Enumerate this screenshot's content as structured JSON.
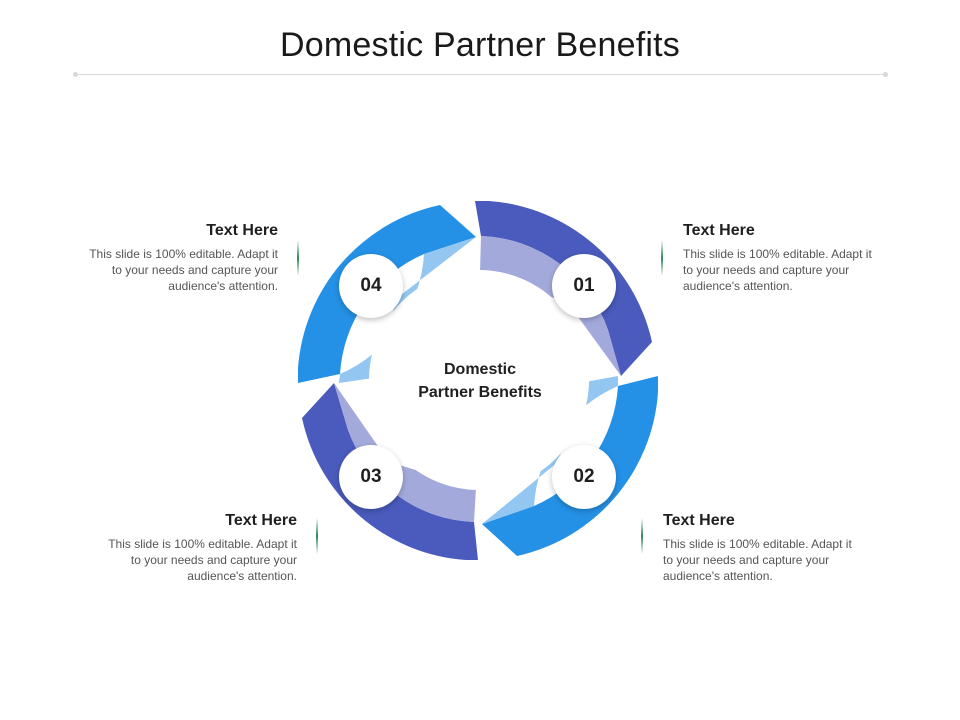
{
  "title": "Domestic Partner Benefits",
  "center_label": {
    "line1": "Domestic",
    "line2": "Partner Benefits"
  },
  "segments": [
    {
      "number": "01",
      "heading": "Text Here",
      "body": "This slide is 100% editable. Adapt it to your needs and capture your audience's attention."
    },
    {
      "number": "02",
      "heading": "Text Here",
      "body": "This slide is 100% editable. Adapt it to your needs and capture your audience's attention."
    },
    {
      "number": "03",
      "heading": "Text Here",
      "body": "This slide is 100% editable. Adapt it to your needs and capture your audience's attention."
    },
    {
      "number": "04",
      "heading": "Text Here",
      "body": "This slide is 100% editable. Adapt it to your needs and capture your audience's attention."
    }
  ],
  "colors": {
    "outer_dark": "#4a5bbd",
    "inner_dark": "#a3aadb",
    "outer_blue": "#2491e6",
    "inner_blue": "#93c7f2",
    "accent_line": "#2e8b57"
  }
}
